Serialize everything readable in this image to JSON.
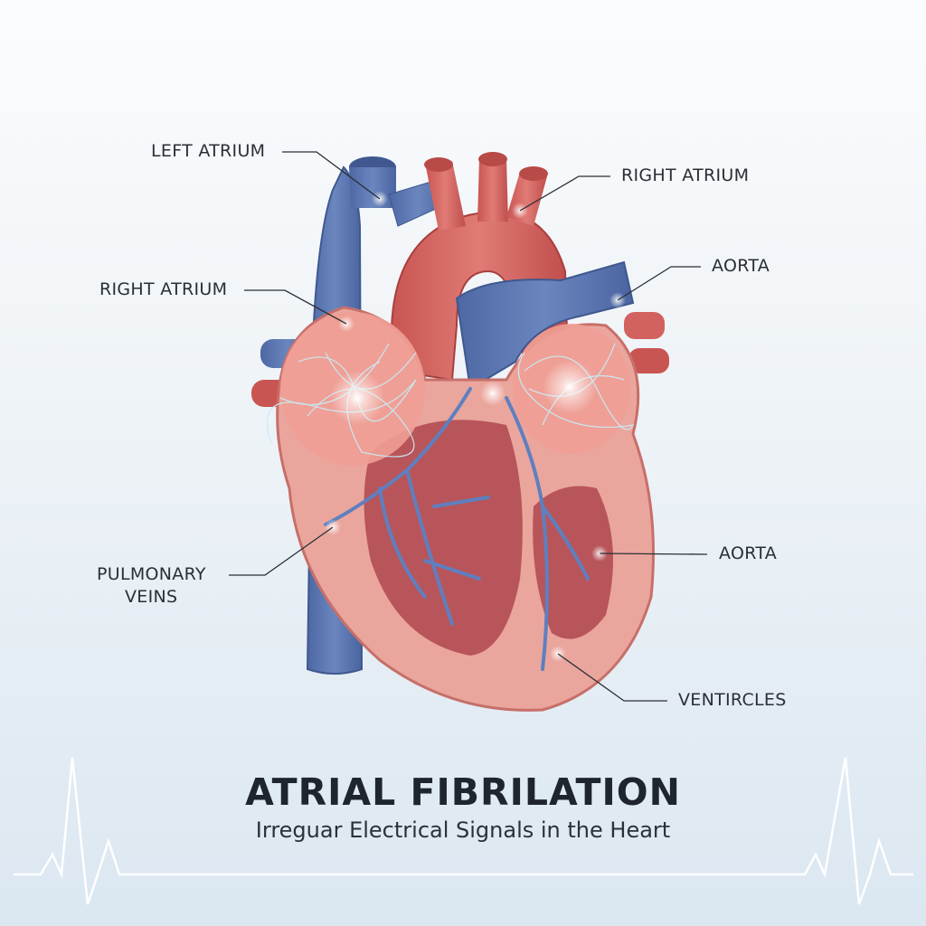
{
  "labels": {
    "left_atrium": "LEFT ATRIUM",
    "right_atrium_top": "RIGHT ATRIUM",
    "aorta_top": "AORTA",
    "right_atrium_left": "RIGHT ATRIUM",
    "pulmonary_veins_1": "PULMONARY",
    "pulmonary_veins_2": "VEINS",
    "aorta_right": "AORTA",
    "ventricles": "VENTIRCLES"
  },
  "title": "ATRIAL FIBRILATION",
  "subtitle": "Irreguar Electrical Signals in the Heart",
  "colors": {
    "artery": "#d2625f",
    "vein": "#5a76b0",
    "muscle": "#e8a29a",
    "signal": "#bfe8f5"
  }
}
